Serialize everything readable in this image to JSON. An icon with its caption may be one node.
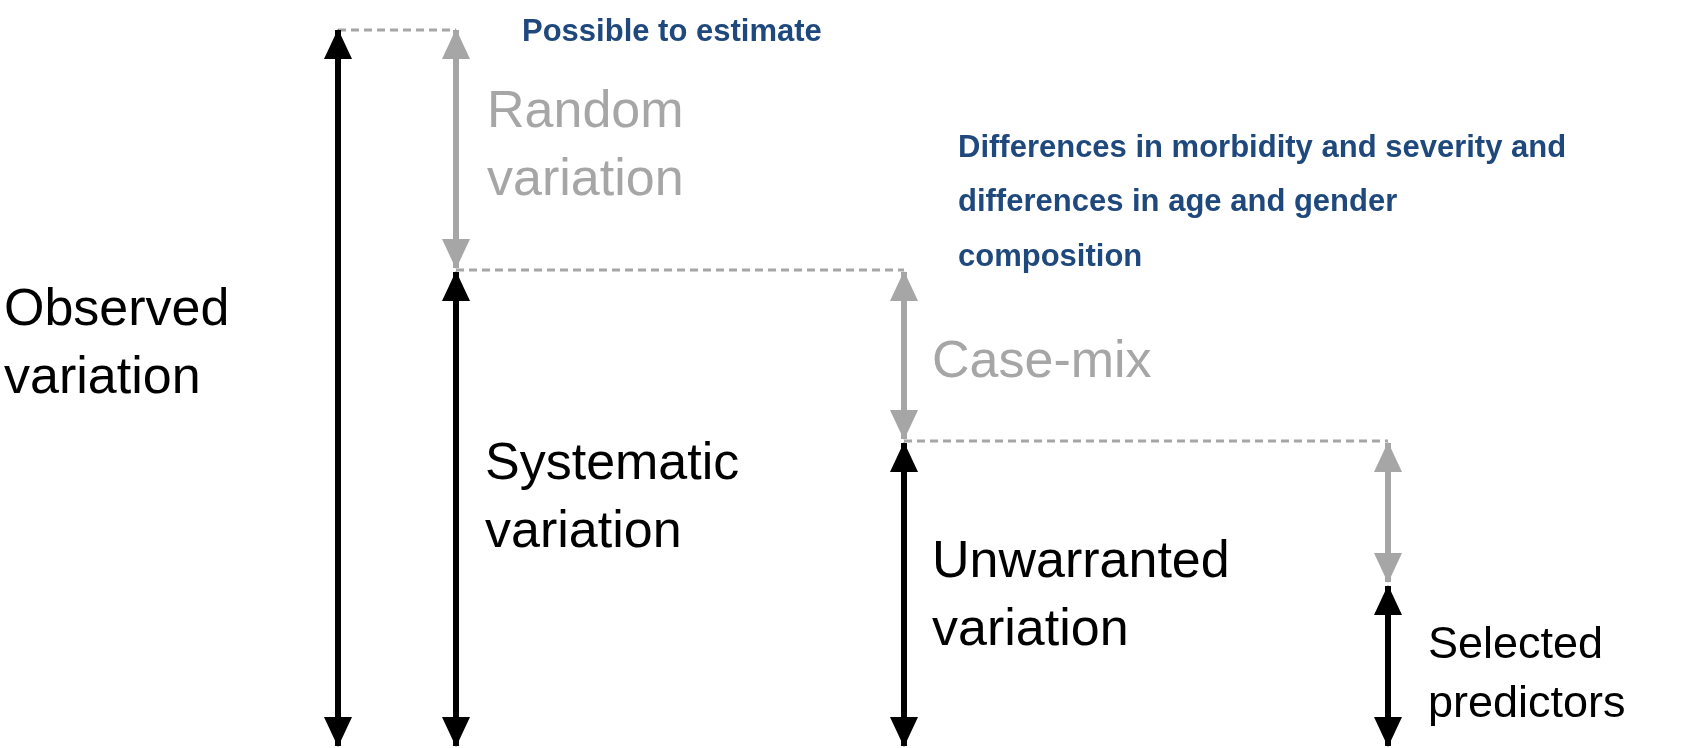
{
  "diagram": {
    "labels": [
      "Possible to estimate",
      "Random variation",
      "Differences in morbidity and severity and differences in age and gender composition",
      "Observed variation",
      "Case-mix",
      "Systematic variation",
      "Unwarranted variation",
      "Selected predictors"
    ]
  }
}
